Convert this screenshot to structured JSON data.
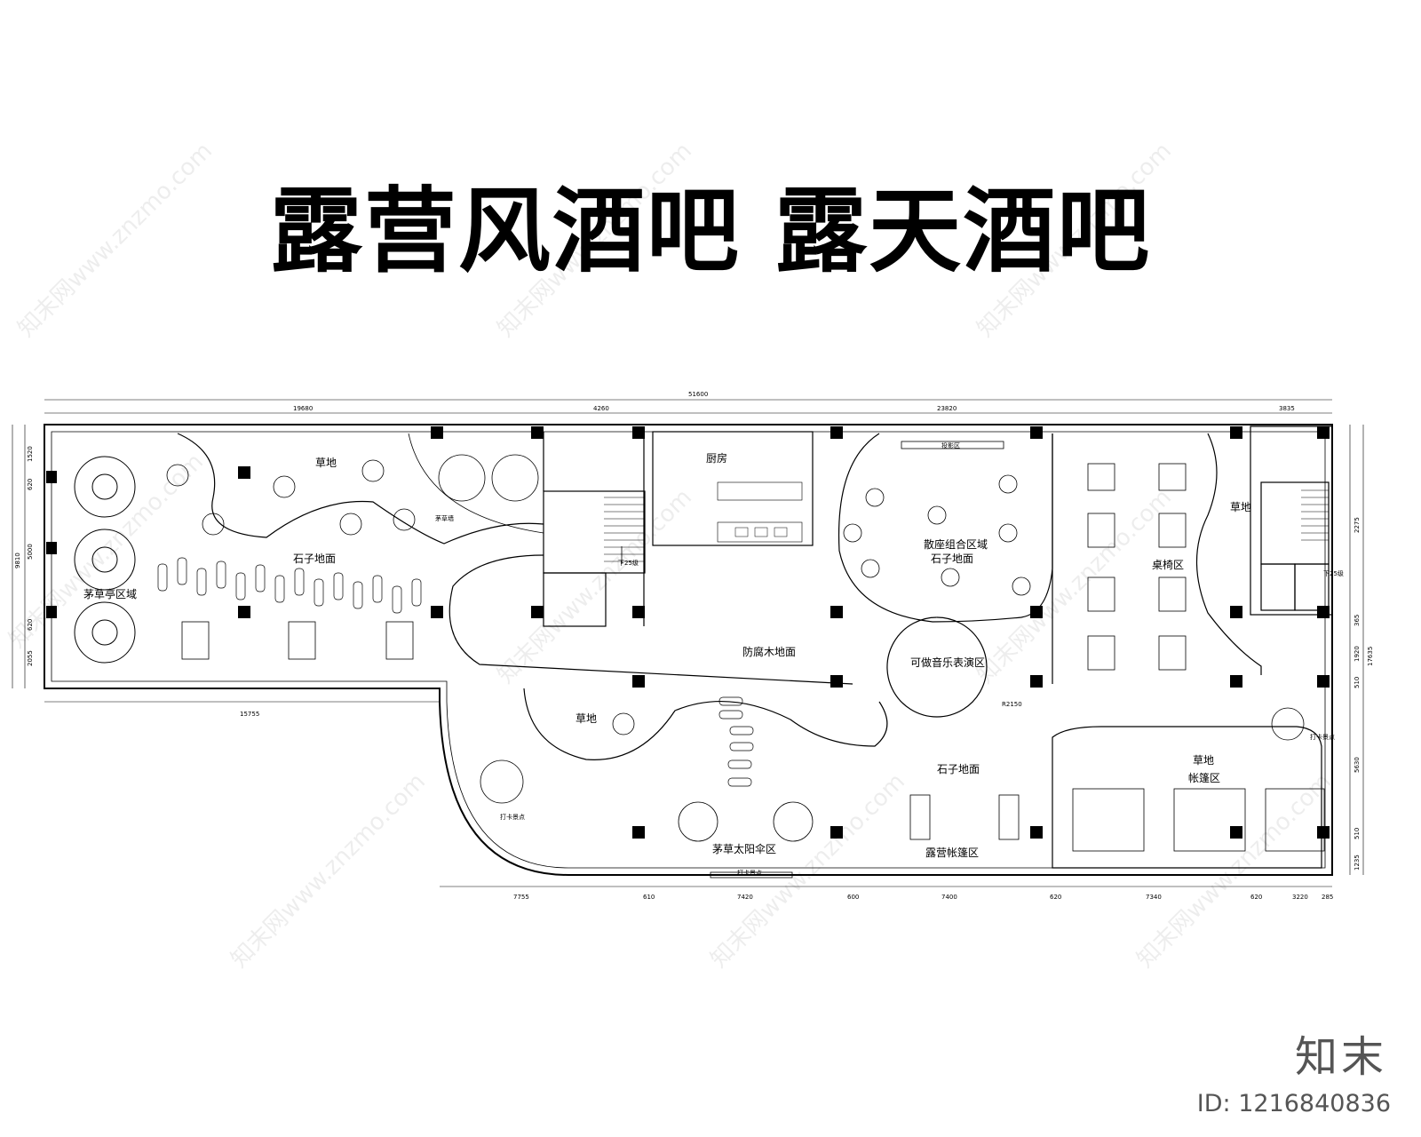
{
  "title": "露营风酒吧 露天酒吧",
  "zones": {
    "grass_top": "草地",
    "stone_floor_left": "石子地面",
    "thatched_pavilion": "茅草亭区域",
    "thatched_wall": "茅草墙",
    "kitchen": "厨房",
    "projection": "投影区",
    "scatter_seating": "散座组合区域",
    "stone_floor_mid": "石子地面",
    "table_chair": "桌椅区",
    "grass_right": "草地",
    "wood_floor": "防腐木地面",
    "music_stage": "可做音乐表演区",
    "stage_radius": "R2150",
    "grass_mid": "草地",
    "stone_floor_bottom": "石子地面",
    "grass_tent": "草地",
    "tent_zone": "帐篷区",
    "photo_spot_left": "打卡景点",
    "photo_spot_bottom": "打卡景点",
    "photo_spot_right": "打卡景点",
    "umbrella_zone": "茅草太阳伞区",
    "camping_tent_zone": "露营帐篷区",
    "stair_down_left": "下25级",
    "stair_down_right": "下25级"
  },
  "dimensions": {
    "total": "51600",
    "top": [
      "19680",
      "4260",
      "23820",
      "3835"
    ],
    "left_bottom": "15755",
    "bottom": [
      "7755",
      "610",
      "7420",
      "600",
      "7400",
      "620",
      "7340",
      "620",
      "3220",
      "285"
    ],
    "left": [
      "1520",
      "620",
      "5000",
      "620",
      "2055"
    ],
    "left_total": "9810",
    "right": [
      "2275",
      "365",
      "1920",
      "510",
      "5630",
      "510",
      "1235"
    ],
    "right_total": "17635"
  },
  "watermark": "知末网www.znzmo.com",
  "brand": "知末",
  "id_label": "ID: 1216840836"
}
